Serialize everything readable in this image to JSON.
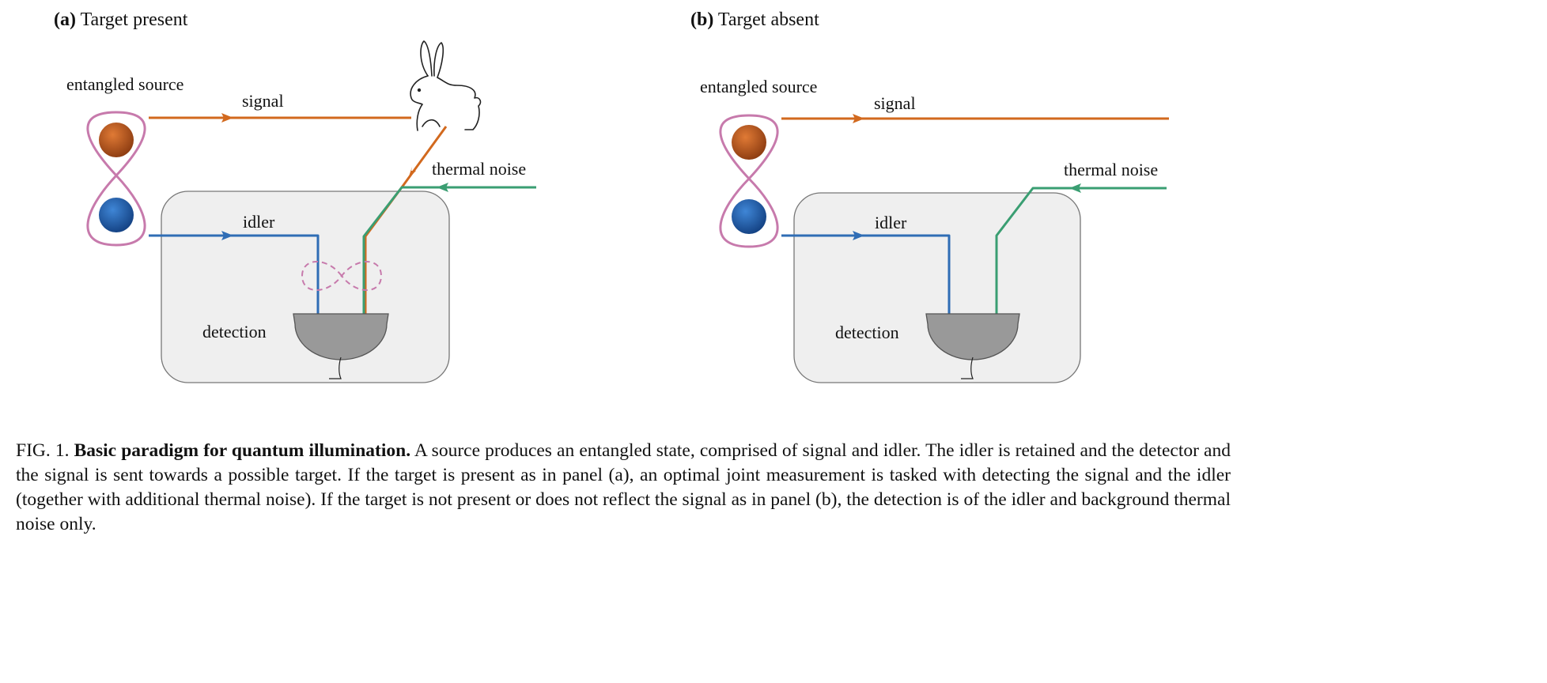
{
  "panels": [
    {
      "letter": "(a)",
      "title": "Target present",
      "source_label": "entangled source",
      "signal_label": "signal",
      "noise_label": "thermal noise",
      "idler_label": "idler",
      "detection_label": "detection"
    },
    {
      "letter": "(b)",
      "title": "Target absent",
      "source_label": "entangled source",
      "signal_label": "signal",
      "noise_label": "thermal noise",
      "idler_label": "idler",
      "detection_label": "detection"
    }
  ],
  "colors": {
    "signal": "#d2691e",
    "idler": "#2f6db5",
    "noise": "#3a9e72",
    "loop": "#c77aac",
    "box_fill": "#efefef",
    "box_stroke": "#777777",
    "detector": "#999999",
    "signal_photon": "#b5501a",
    "idler_photon": "#1f5fae"
  },
  "caption": {
    "fig_label": "FIG. 1.",
    "title": "Basic paradigm for quantum illumination.",
    "body": "A source produces an entangled state, comprised of signal and idler. The idler is retained and the detector and the signal is sent towards a possible target. If the target is present as in panel (a), an optimal joint measurement is tasked with detecting the signal and the idler (together with additional thermal noise). If the target is not present or does not reflect the signal as in panel (b), the detection is of the idler and background thermal noise only."
  }
}
